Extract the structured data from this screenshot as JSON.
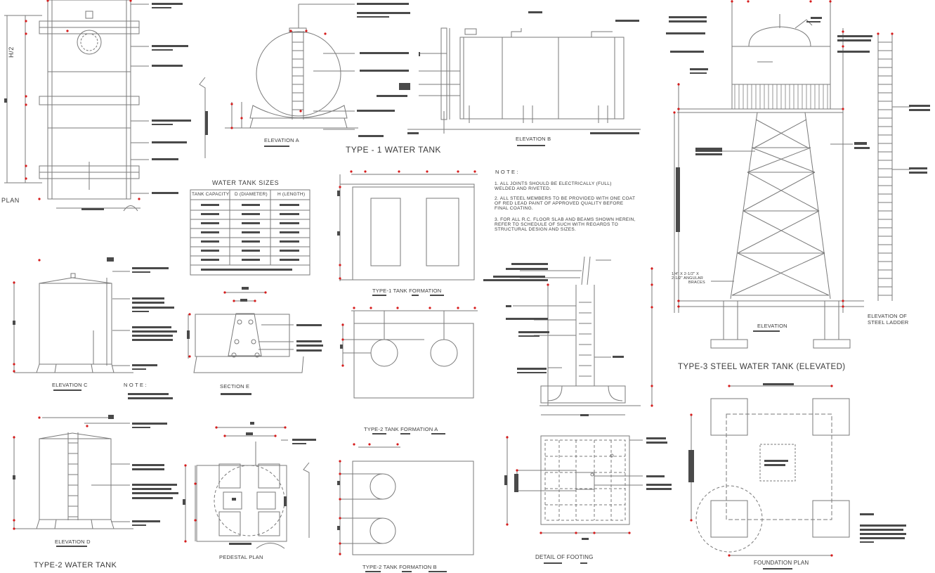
{
  "colors": {
    "line": "#7a7a7a",
    "text": "#3a3a3a",
    "dim_marker": "#d61b1b",
    "redaction": "#4a4a4a"
  },
  "labels": {
    "plan": "PLAN",
    "h2": "H/2",
    "elevation_a": "ELEVATION A",
    "elevation_b": "ELEVATION B",
    "type1_title": "TYPE - 1 WATER TANK",
    "sizes_title": "WATER TANK SIZES",
    "type1_formation": "TYPE-1 TANK FORMATION",
    "type2_formation_a": "TYPE-2 TANK FORMATION A",
    "type2_formation_b": "TYPE-2 TANK FORMATION B",
    "elevation_c": "ELEVATION C",
    "elevation_d": "ELEVATION D",
    "note_left": "N O T E :",
    "section_e": "SECTION E",
    "pedestal_plan": "PEDESTAL PLAN",
    "type2_title": "TYPE-2 WATER TANK",
    "detail_footing": "DETAIL OF FOOTING",
    "elevation": "ELEVATION",
    "elevation_ladder_1": "ELEVATION OF",
    "elevation_ladder_2": "STEEL LADDER",
    "type3_title": "TYPE-3 STEEL WATER TANK (ELEVATED)",
    "foundation_plan": "FOUNDATION PLAN",
    "angle_note_1": "1/4\" X 2-1/2\" X",
    "angle_note_2": "2-1/2\" ANGULAR",
    "angle_note_3": "BRACES"
  },
  "table": {
    "headers": [
      "TANK CAPACITY",
      "D (DIAMETER)",
      "H (LENGTH)"
    ],
    "row_count": 7
  },
  "note": {
    "title": "N O T E :",
    "items": [
      "1.  ALL JOINTS SHOULD BE ELECTRICALLY (FULL)",
      "     WELDED AND RIVETED.",
      "2.  ALL STEEL MEMBERS TO BE PROVIDED WITH ONE COAT",
      "     OF RED LEAD PAINT OF APPROVED QUALITY BEFORE",
      "     FINAL COATING.",
      "3.  FOR ALL R.C. FLOOR SLAB AND BEAMS SHOWN HEREIN,",
      "     REFER TO SCHEDULE OF SUCH WITH REGARDS TO",
      "     STRUCTURAL DESIGN AND SIZES."
    ]
  }
}
